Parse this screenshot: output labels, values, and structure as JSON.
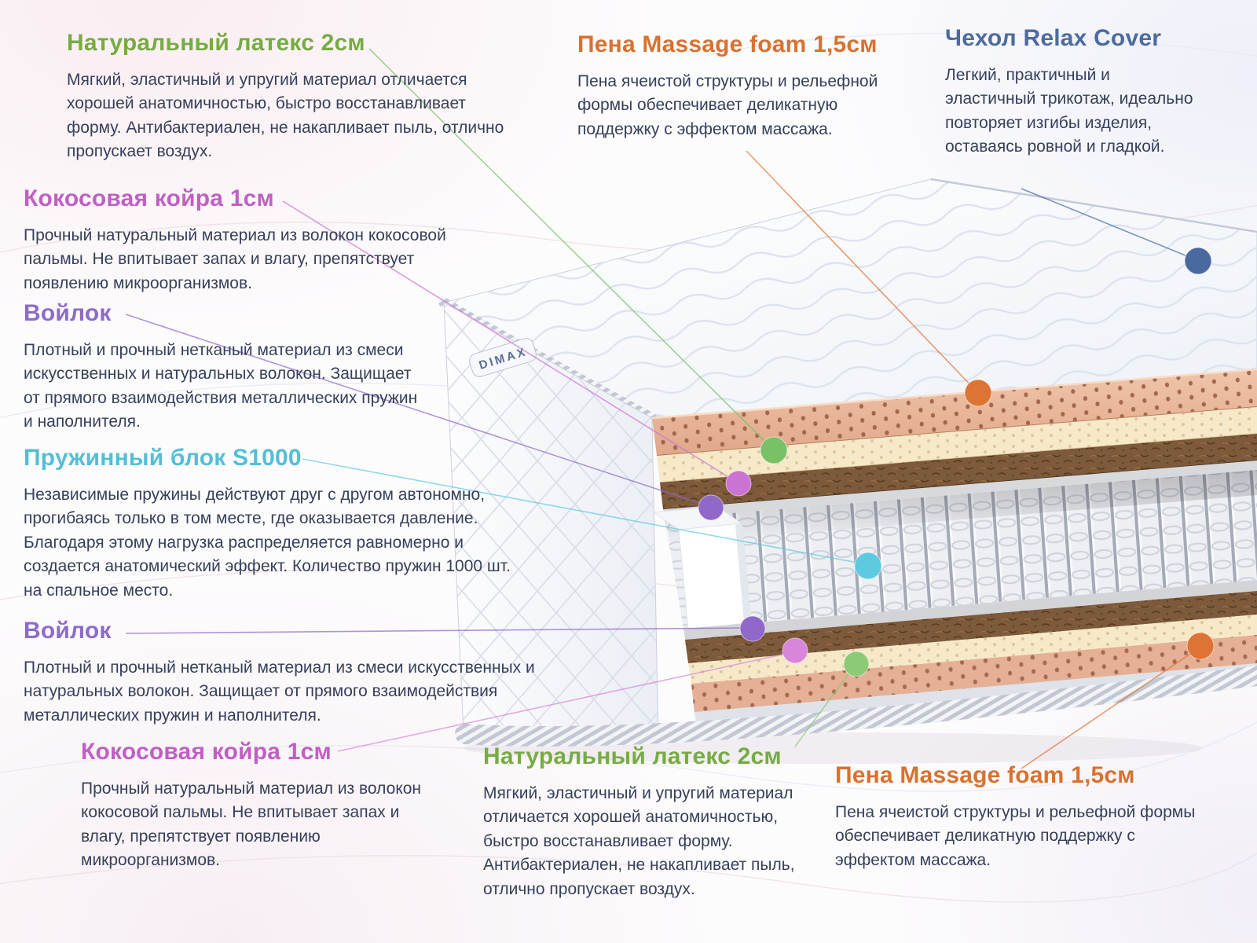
{
  "brand": {
    "logo": "DIMAX"
  },
  "palette": {
    "text": "#36405a",
    "green": "#76ac41",
    "orange": "#d9712f",
    "blue": "#4d6b9e",
    "orchid": "#c05fc4",
    "purple": "#8d6bc8",
    "cyan": "#53bfd6",
    "dot-blue": "#49699f",
    "dot-orange": "#dd7433",
    "dot-green": "#79c167",
    "dot-green2": "#8ccb75",
    "dot-orchid": "#cb73d2",
    "dot-purple": "#8f68c9",
    "dot-cyan": "#5ecadf",
    "dot-magenta": "#d886da"
  },
  "callouts": [
    {
      "id": "latex-top",
      "title": "Натуральный латекс 2см",
      "body": "Мягкий, эластичный и упругий материал отличается хорошей анатомичностью, быстро восстанавливает форму. Антибактериален, не накапливает пыль, отлично пропускает воздух."
    },
    {
      "id": "massage-foam-top",
      "title": "Пена Massage foam 1,5см",
      "body": "Пена ячеистой структуры и рельефной формы обеспечивает деликатную поддержку с эффектом массажа."
    },
    {
      "id": "cover",
      "title": "Чехол Relax Cover",
      "body": "Легкий, практичный и эластичный трикотаж, идеально повторяет изгибы изделия, оставаясь ровной и гладкой."
    },
    {
      "id": "coir-top",
      "title": "Кокосовая койра 1см",
      "body": "Прочный натуральный материал из волокон кокосовой пальмы. Не впитывает запах и влагу, препятствует появлению микроорганизмов."
    },
    {
      "id": "felt-top",
      "title": "Войлок",
      "body": "Плотный и прочный нетканый материал из смеси искусственных и натуральных волокон. Защищает от прямого взаимодействия металлических пружин и наполнителя."
    },
    {
      "id": "spring-block",
      "title": "Пружинный блок S1000",
      "body": "Независимые пружины действуют друг с другом автономно, прогибаясь только в том месте, где оказывается давление. Благодаря этому нагрузка распределяется равномерно и создается анатомический эффект. Количество пружин 1000 шт. на спальное место."
    },
    {
      "id": "felt-bottom",
      "title": "Войлок",
      "body": "Плотный и прочный нетканый материал из смеси искусственных и натуральных волокон. Защищает от прямого взаимодействия металлических пружин и наполнителя."
    },
    {
      "id": "coir-bottom",
      "title": "Кокосовая койра 1см",
      "body": "Прочный натуральный материал из волокон кокосовой пальмы. Не впитывает запах и влагу, препятствует появлению микроорганизмов."
    },
    {
      "id": "latex-bottom",
      "title": "Натуральный латекс 2см",
      "body": "Мягкий, эластичный и упругий материал отличается хорошей анатомичностью, быстро восстанавливает форму. Антибактериален, не накапливает пыль, отлично пропускает воздух."
    },
    {
      "id": "massage-foam-bottom",
      "title": "Пена Massage foam 1,5см",
      "body": "Пена ячеистой структуры и рельефной формы обеспечивает деликатную поддержку с эффектом массажа."
    }
  ]
}
